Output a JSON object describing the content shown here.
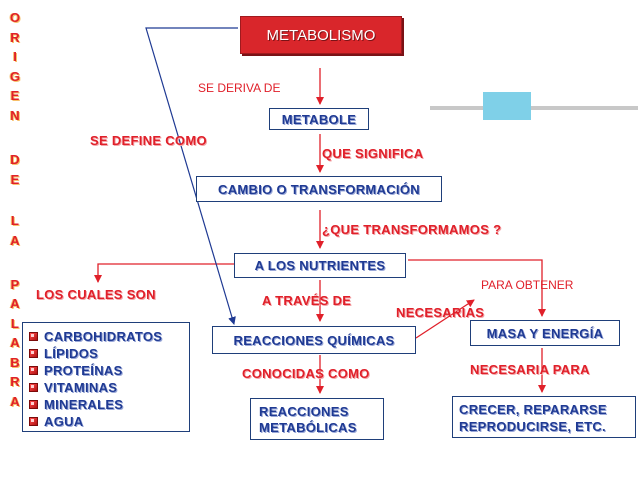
{
  "side_banner": {
    "letters": [
      "O",
      "R",
      "I",
      "G",
      "E",
      "N",
      "",
      "D",
      "E",
      "",
      "L",
      "A",
      "",
      "P",
      "A",
      "L",
      "A",
      "B",
      "R",
      "A"
    ]
  },
  "nodes": {
    "metabolismo": "METABOLISMO",
    "metabole": "METABOLE",
    "cambio": "CAMBIO O TRANSFORMACIÓN",
    "nutrientes": "A LOS NUTRIENTES",
    "reacciones": "REACCIONES QUÍMICAS",
    "masa": "MASA Y ENERGÍA",
    "metabolicas_line1": "REACCIONES",
    "metabolicas_line2": "METABÓLICAS",
    "crecer_line1": "CRECER, REPARARSE",
    "crecer_line2": "REPRODUCIRSE, ETC."
  },
  "nutrient_list": [
    "CARBOHIDRATOS",
    "LÍPIDOS",
    "PROTEÍNAS",
    "VITAMINAS",
    "MINERALES",
    "AGUA"
  ],
  "connectors": {
    "se_deriva_de": "SE DERIVA DE",
    "se_define_como": "SE DEFINE COMO",
    "que_significa": "QUE SIGNIFICA",
    "que_transformamos": "¿QUE TRANSFORMAMOS ?",
    "los_cuales_son": "LOS CUALES SON",
    "para_obtener": "PARA OBTENER",
    "a_traves_de": "A TRAVÉS DE",
    "necesarias": "NECESARIAS",
    "conocidas_como": "CONOCIDAS COMO",
    "necesaria_para": "NECESARIA PARA"
  },
  "colors": {
    "title_box": "#d9262b",
    "text_blue": "#1f3a93",
    "text_red": "#e0202a",
    "arrow": "#e0202a",
    "accent_bar": "#7fd0e8"
  }
}
